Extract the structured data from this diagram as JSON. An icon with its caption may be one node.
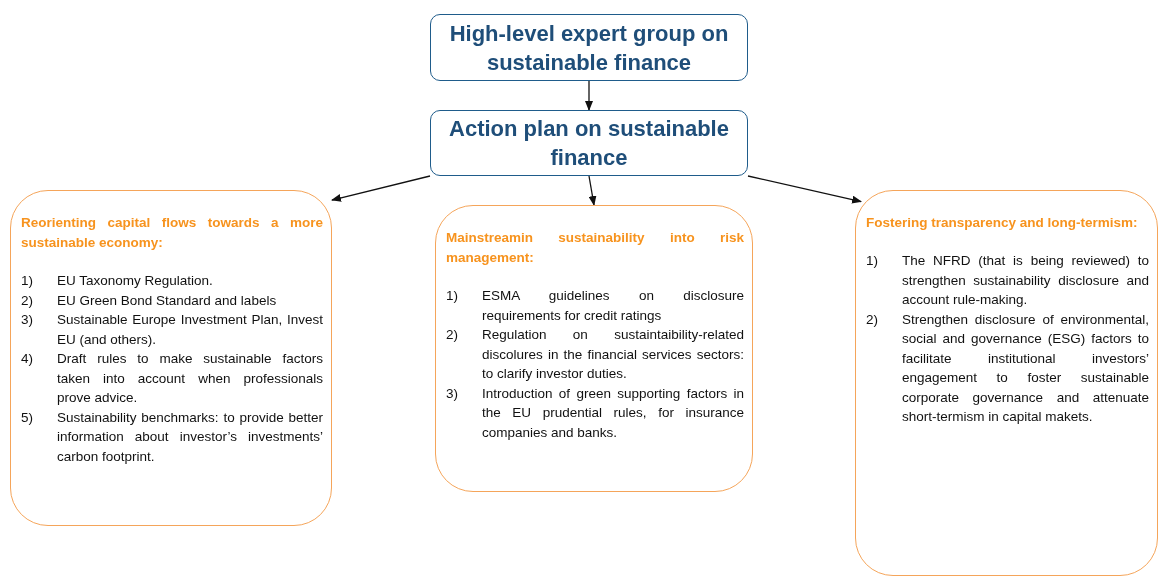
{
  "diagram": {
    "nodes": [
      {
        "text": [
          "High-level expert group on sustainable finance"
        ]
      },
      {
        "text": [
          "Action plan on sustainable finance"
        ]
      },
      {
        "text": [
          "Reorienting capital flows towards a more sustainable economy:",
          "1) EU Taxonomy Regulation.",
          "2) EU Green Bond Standard and labels",
          "3) Sustainable Europe Investment Plan, Invest EU (and others).",
          "4) Draft rules to make sustainable factors taken into account when professionals prove advice.",
          "5) Sustainability benchmarks: to provide better information about investor’s investments’ carbon footprint."
        ]
      },
      {
        "text": [
          "Mainstreamin sustainability into risk management:",
          "1) ESMA guidelines on disclosure requirements for credit ratings",
          "2) Regulation on sustaintaibility-related discolures in the financial services sectors: to clarify investor duties.",
          "3) Introduction of green supporting factors in the EU prudential rules, for insurance companies and banks."
        ]
      },
      {
        "text": [
          "Fostering transparency and long-termism:",
          "1) The NFRD (that is being reviewed) to strengthen sustainability disclosure and account rule-making.",
          "2) Strengthen disclosure of environmental, social and governance (ESG) factors to facilitate institutional investors’ engagement to foster sustainable corporate governance and attenuate short-termism in capital makets."
        ]
      }
    ],
    "edges": [
      {
        "from": 0,
        "to": 1,
        "arrow": "to"
      },
      {
        "from": 1,
        "to": 2,
        "arrow": "to"
      },
      {
        "from": 1,
        "to": 3,
        "arrow": "to"
      },
      {
        "from": 1,
        "to": 4,
        "arrow": "to"
      }
    ]
  }
}
